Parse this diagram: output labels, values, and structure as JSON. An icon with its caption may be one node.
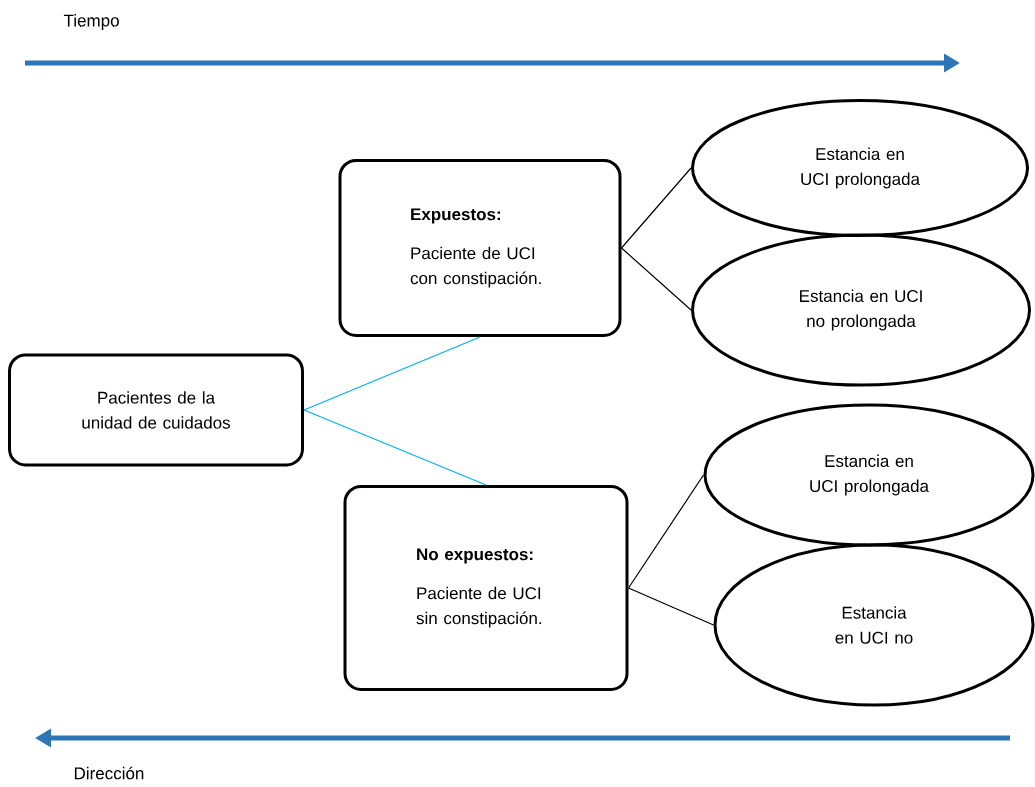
{
  "diagram": {
    "nodes": [
      {
        "text": [
          "Pacientes de la unidad de cuidados"
        ]
      },
      {
        "text": [
          "Expuestos:",
          "Paciente de UCI con constipación."
        ]
      },
      {
        "text": [
          "No expuestos:",
          "Paciente de UCI sin constipación."
        ]
      },
      {
        "text": [
          "Estancia en UCI prolongada"
        ]
      },
      {
        "text": [
          "Estancia en UCI no prolongada"
        ]
      },
      {
        "text": [
          "Estancia en UCI prolongada"
        ]
      },
      {
        "text": [
          "Estancia en UCI no"
        ]
      }
    ],
    "edges": [
      {
        "from": 0,
        "to": 1,
        "arrow": "none",
        "color": "#00b0f0"
      },
      {
        "from": 0,
        "to": 2,
        "arrow": "none",
        "color": "#00b0f0"
      },
      {
        "from": 1,
        "to": 3,
        "arrow": "none"
      },
      {
        "from": 1,
        "to": 4,
        "arrow": "none"
      },
      {
        "from": 2,
        "to": 5,
        "arrow": "none"
      },
      {
        "from": 2,
        "to": 6,
        "arrow": "none"
      }
    ],
    "labels": [
      "Tiempo",
      "Dirección"
    ]
  }
}
